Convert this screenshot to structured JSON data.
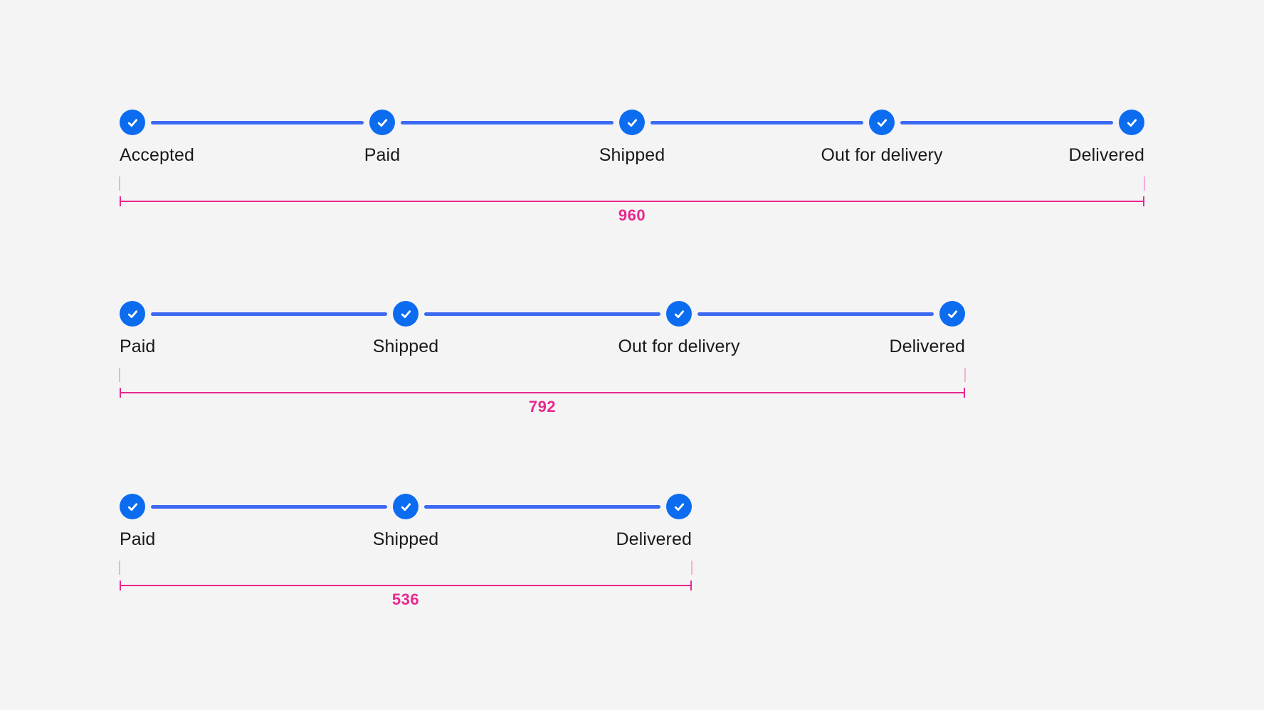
{
  "colors": {
    "page_background": "#f5f4f5",
    "step_circle": "#0b6cf0",
    "connector": "#3c69f2",
    "check": "#ffffff",
    "label": "#19191b",
    "measure_line": "#e8288f",
    "measure_tick": "#f4aed7"
  },
  "steppers": [
    {
      "measure_value": "960",
      "steps": [
        {
          "label": "Accepted",
          "icon": "check-icon",
          "state": "complete"
        },
        {
          "label": "Paid",
          "icon": "check-icon",
          "state": "complete"
        },
        {
          "label": "Shipped",
          "icon": "check-icon",
          "state": "complete"
        },
        {
          "label": "Out for delivery",
          "icon": "check-icon",
          "state": "complete"
        },
        {
          "label": "Delivered",
          "icon": "check-icon",
          "state": "complete"
        }
      ]
    },
    {
      "measure_value": "792",
      "steps": [
        {
          "label": "Paid",
          "icon": "check-icon",
          "state": "complete"
        },
        {
          "label": "Shipped",
          "icon": "check-icon",
          "state": "complete"
        },
        {
          "label": "Out for delivery",
          "icon": "check-icon",
          "state": "complete"
        },
        {
          "label": "Delivered",
          "icon": "check-icon",
          "state": "complete"
        }
      ]
    },
    {
      "measure_value": "536",
      "steps": [
        {
          "label": "Paid",
          "icon": "check-icon",
          "state": "complete"
        },
        {
          "label": "Shipped",
          "icon": "check-icon",
          "state": "complete"
        },
        {
          "label": "Delivered",
          "icon": "check-icon",
          "state": "complete"
        }
      ]
    }
  ]
}
